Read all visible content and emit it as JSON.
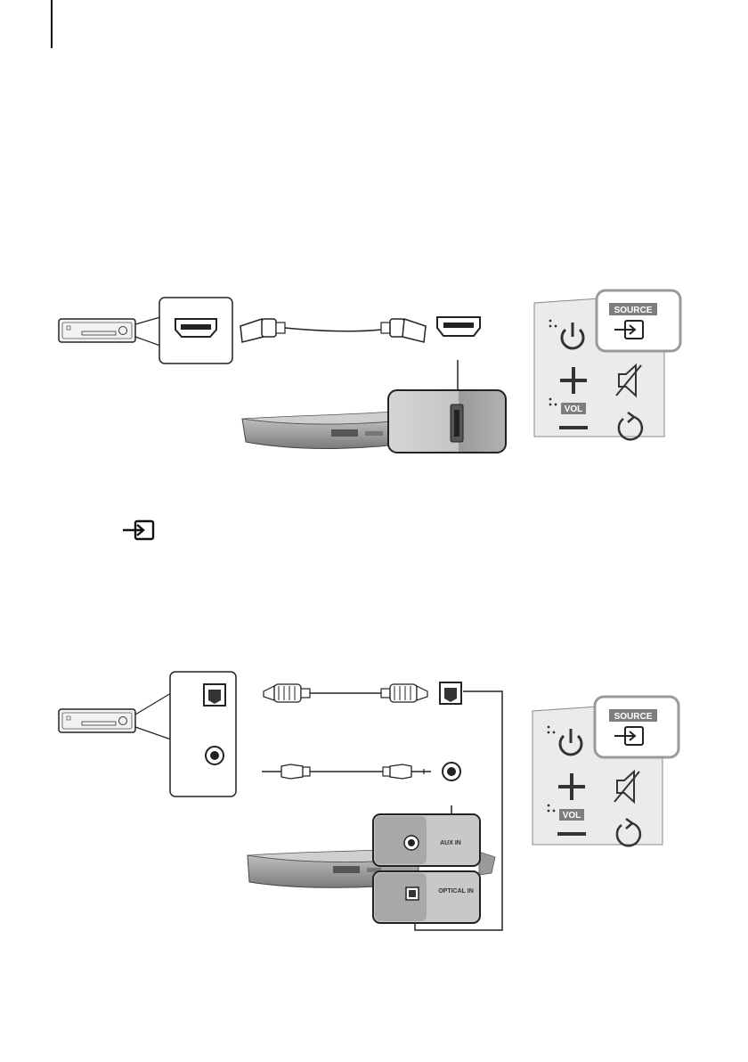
{
  "colors": {
    "line": "#222222",
    "bar_light": "#d9d9d9",
    "bar_dark": "#8a8a8a",
    "remote_bg": "#e9e9e9",
    "label_bg": "#7d7d7d",
    "highlight": "#9a9a9a"
  },
  "icons": {
    "source_inline": "source-input-icon",
    "power": "power-icon",
    "volume_up": "plus-icon",
    "volume_down": "minus-icon",
    "mute": "mute-icon",
    "repeat": "repeat-icon"
  },
  "diagram_hdmi": {
    "remote": {
      "source_label": "SOURCE",
      "vol_label": "VOL"
    }
  },
  "diagram_optical_aux": {
    "remote": {
      "source_label": "SOURCE",
      "vol_label": "VOL"
    },
    "ports": {
      "aux_label": "AUX IN",
      "optical_label": "OPTICAL IN"
    }
  }
}
